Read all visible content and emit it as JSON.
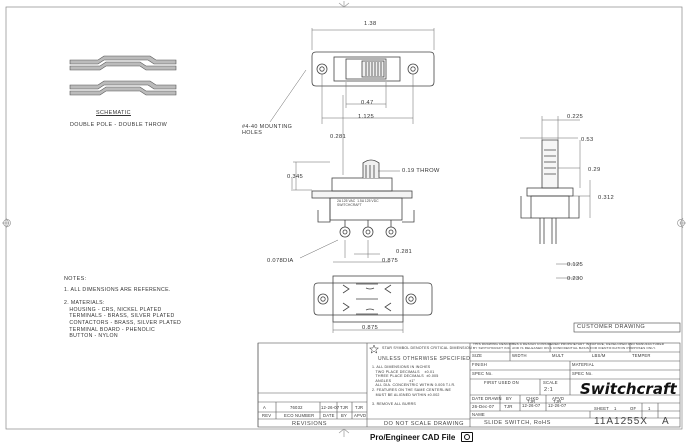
{
  "drawing": {
    "dims": {
      "top_overall": "1.38",
      "hole_spacing": "0.47",
      "mount_span": "1.125",
      "pin_to_body": "0.281",
      "height_total": "0.345",
      "throw": "0.19 THROW",
      "pin_pitch": "0.281",
      "pin_dia": "0.078DIA",
      "bottom_width": "0.875",
      "side_top": "0.225",
      "side_depth": "0.53",
      "side_h1": "0.29",
      "side_h2": "0.312",
      "side_b1": "0.125",
      "side_b2": "0.230"
    },
    "mounting_note": "#4-40 MOUNTING\nHOLES",
    "schematic_title": "SCHEMATIC",
    "schematic_subtitle": "DOUBLE POLE - DOUBLE THROW",
    "body_marking": "2A 125 VAC  1.5A 125 VDC\nSWITCHCRAFT",
    "notes_title": "NOTES:",
    "notes_body": "1. ALL DIMENSIONS ARE REFERENCE.\n\n2. MATERIALS:\n   HOUSING - CRS, NICKEL PLATED\n   TERMINALS - BRASS, SILVER PLATED\n   CONTACTORS - BRASS, SILVER PLATED\n   TERMINAL BOARD - PHENOLIC\n   BUTTON - NYLON"
  },
  "title_block": {
    "customer_drawing": "CUSTOMER DRAWING",
    "star_note": "STAR SYMBOL DENOTES CRITICAL DIMENSION",
    "proprietary": "THIS DRAWING DESCRIBES A DESIGN CONSIDERED PROPRIETARY IN NATURE, DEVELOPED AND MANUFACTURED\nBY SWITCHCRAFT INC. AND IS RELEASED ON A CONFIDENTIAL BASIS FOR IDENTIFICATION PURPOSES ONLY.",
    "unless": "UNLESS OTHERWISE SPECIFIED",
    "spec_notes": "1. ALL DIMENSIONS IN INCHES\n   TWO PLACE DECIMALS    ±0.01\n   THREE PLACE DECIMALS  ±0.005\n   ANGLES               ±1°\n   ALL DIA. CONCENTRIC WITHIN 0.005 T.I.R.\n2. FEATURES ON THE SAME CENTERLINE\n   MUST BE ALIGNED WITHIN ±0.002\n\n3. REMOVE ALL BURRS",
    "size": "SIZE",
    "width": "WIDTH",
    "mult": "MULT",
    "lbs_m": "LBS/M",
    "temper": "TEMPER",
    "finish": "FINISH",
    "spec_no": "SPEC No.",
    "material": "MATERIAL",
    "material_spec": "SPEC No.",
    "first_used_on": "FIRST USED ON",
    "scale_label": "SCALE",
    "scale": "2:1",
    "date_drawn_label": "DATE DRAWN",
    "by_label": "BY",
    "chkd_label": "CHKD",
    "apvd_label": "APVD",
    "date_drawn": "26-Dec-07",
    "by": "TJR",
    "chkd": "TJR\n12-26-07",
    "apvd": "TJR\n12-26-07",
    "brand": "Switchcraft",
    "name_label": "NAME",
    "name": "SLIDE SWITCH, RoHS",
    "part_no": "11A1255X",
    "rev_letter": "A",
    "sheet_label": "SHEET",
    "sheet": "1",
    "of_label": "OF",
    "of": "1",
    "do_not_scale": "DO NOT SCALE DRAWING",
    "revisions_label": "REVISIONS",
    "rev_row": {
      "rev": "A",
      "eco": "76032",
      "date": "12-26-07",
      "by": "TJR",
      "apvd": "TJR"
    },
    "rev_headers": {
      "rev": "REV",
      "eco": "ECO NUMBER",
      "date": "DATE",
      "by": "BY",
      "apvd": "APVD"
    }
  },
  "footer": {
    "label": "Pro/Engineer CAD File",
    "icon": "disc-icon"
  }
}
